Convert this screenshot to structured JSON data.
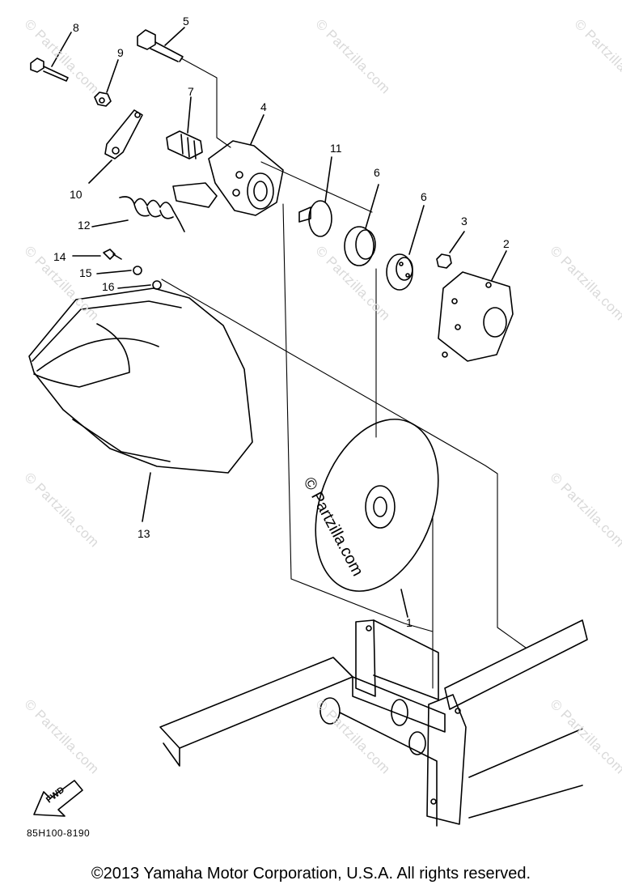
{
  "diagram": {
    "callouts": [
      {
        "id": "c1",
        "text": "1"
      },
      {
        "id": "c2",
        "text": "2"
      },
      {
        "id": "c3",
        "text": "3"
      },
      {
        "id": "c4",
        "text": "4"
      },
      {
        "id": "c5",
        "text": "5"
      },
      {
        "id": "c6a",
        "text": "6"
      },
      {
        "id": "c6b",
        "text": "6"
      },
      {
        "id": "c7",
        "text": "7"
      },
      {
        "id": "c8",
        "text": "8"
      },
      {
        "id": "c9",
        "text": "9"
      },
      {
        "id": "c10",
        "text": "10"
      },
      {
        "id": "c11",
        "text": "11"
      },
      {
        "id": "c12",
        "text": "12"
      },
      {
        "id": "c13",
        "text": "13"
      },
      {
        "id": "c14",
        "text": "14"
      },
      {
        "id": "c15",
        "text": "15"
      },
      {
        "id": "c16",
        "text": "16"
      }
    ],
    "fwd_label": "FWD",
    "drawing_code": "85H100-8190",
    "watermark_main": "© Partzilla.com",
    "watermark_repeat": "© Partzilla.com"
  },
  "footer": {
    "copyright": "©2013 Yamaha Motor Corporation, U.S.A. All rights reserved."
  },
  "colors": {
    "line": "#000000",
    "watermark": "#d9d9d9",
    "background": "#ffffff"
  }
}
